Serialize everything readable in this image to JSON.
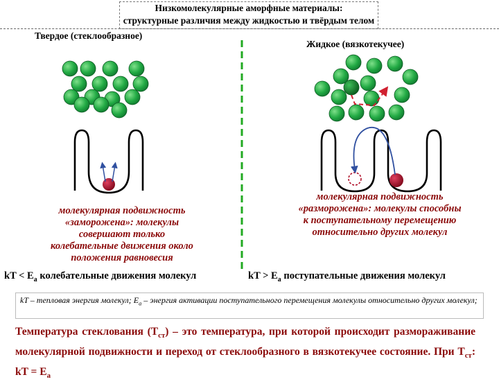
{
  "title": {
    "line1": "Низкомолекулярные аморфные материалы:",
    "line2": "структурные различия между жидкостью и твёрдым телом"
  },
  "left": {
    "label": "Твердое (стеклообразное)",
    "mobility_lines": [
      "молекулярная подвижность",
      "«заморожена»: молекулы",
      "совершают только",
      "колебательные движения около",
      "положения равновесия"
    ],
    "condition": {
      "prefix": "kT < E",
      "sub": "a",
      "text": " колебательные движения молекул"
    }
  },
  "right": {
    "label": "Жидкое (вязкотекучее)",
    "mobility_lines": [
      "молекулярная подвижность",
      "«разморожена»: молекулы способны",
      "к поступательному перемещению",
      "относительно других молекул"
    ],
    "condition": {
      "prefix": "kT > E",
      "sub": "a",
      "text": " поступательные движения молекул"
    }
  },
  "definitions": {
    "part1": "kT – тепловая энергия молекул; E",
    "sub": "a",
    "part2": " – энергия активации поступательного перемещения молекулы относительно других молекул;"
  },
  "glass_transition": {
    "text": "Температура стеклования (T",
    "sub1": "ст",
    "text2": ") – это температура, при которой происходит размораживание молекулярной подвижности и переход от стеклообразного в вязкотекучее состояние. При T",
    "sub2": "ст",
    "text3": ": kT = E",
    "sub3": "a"
  },
  "colors": {
    "molecule": "#22aa44",
    "molecule_dark": "#0a6622",
    "particle": "#b0102a",
    "divider": "#22aa22",
    "arrow": "#3050a0",
    "accent_red": "#8b0a0a",
    "dashed_path": "#d02030"
  }
}
